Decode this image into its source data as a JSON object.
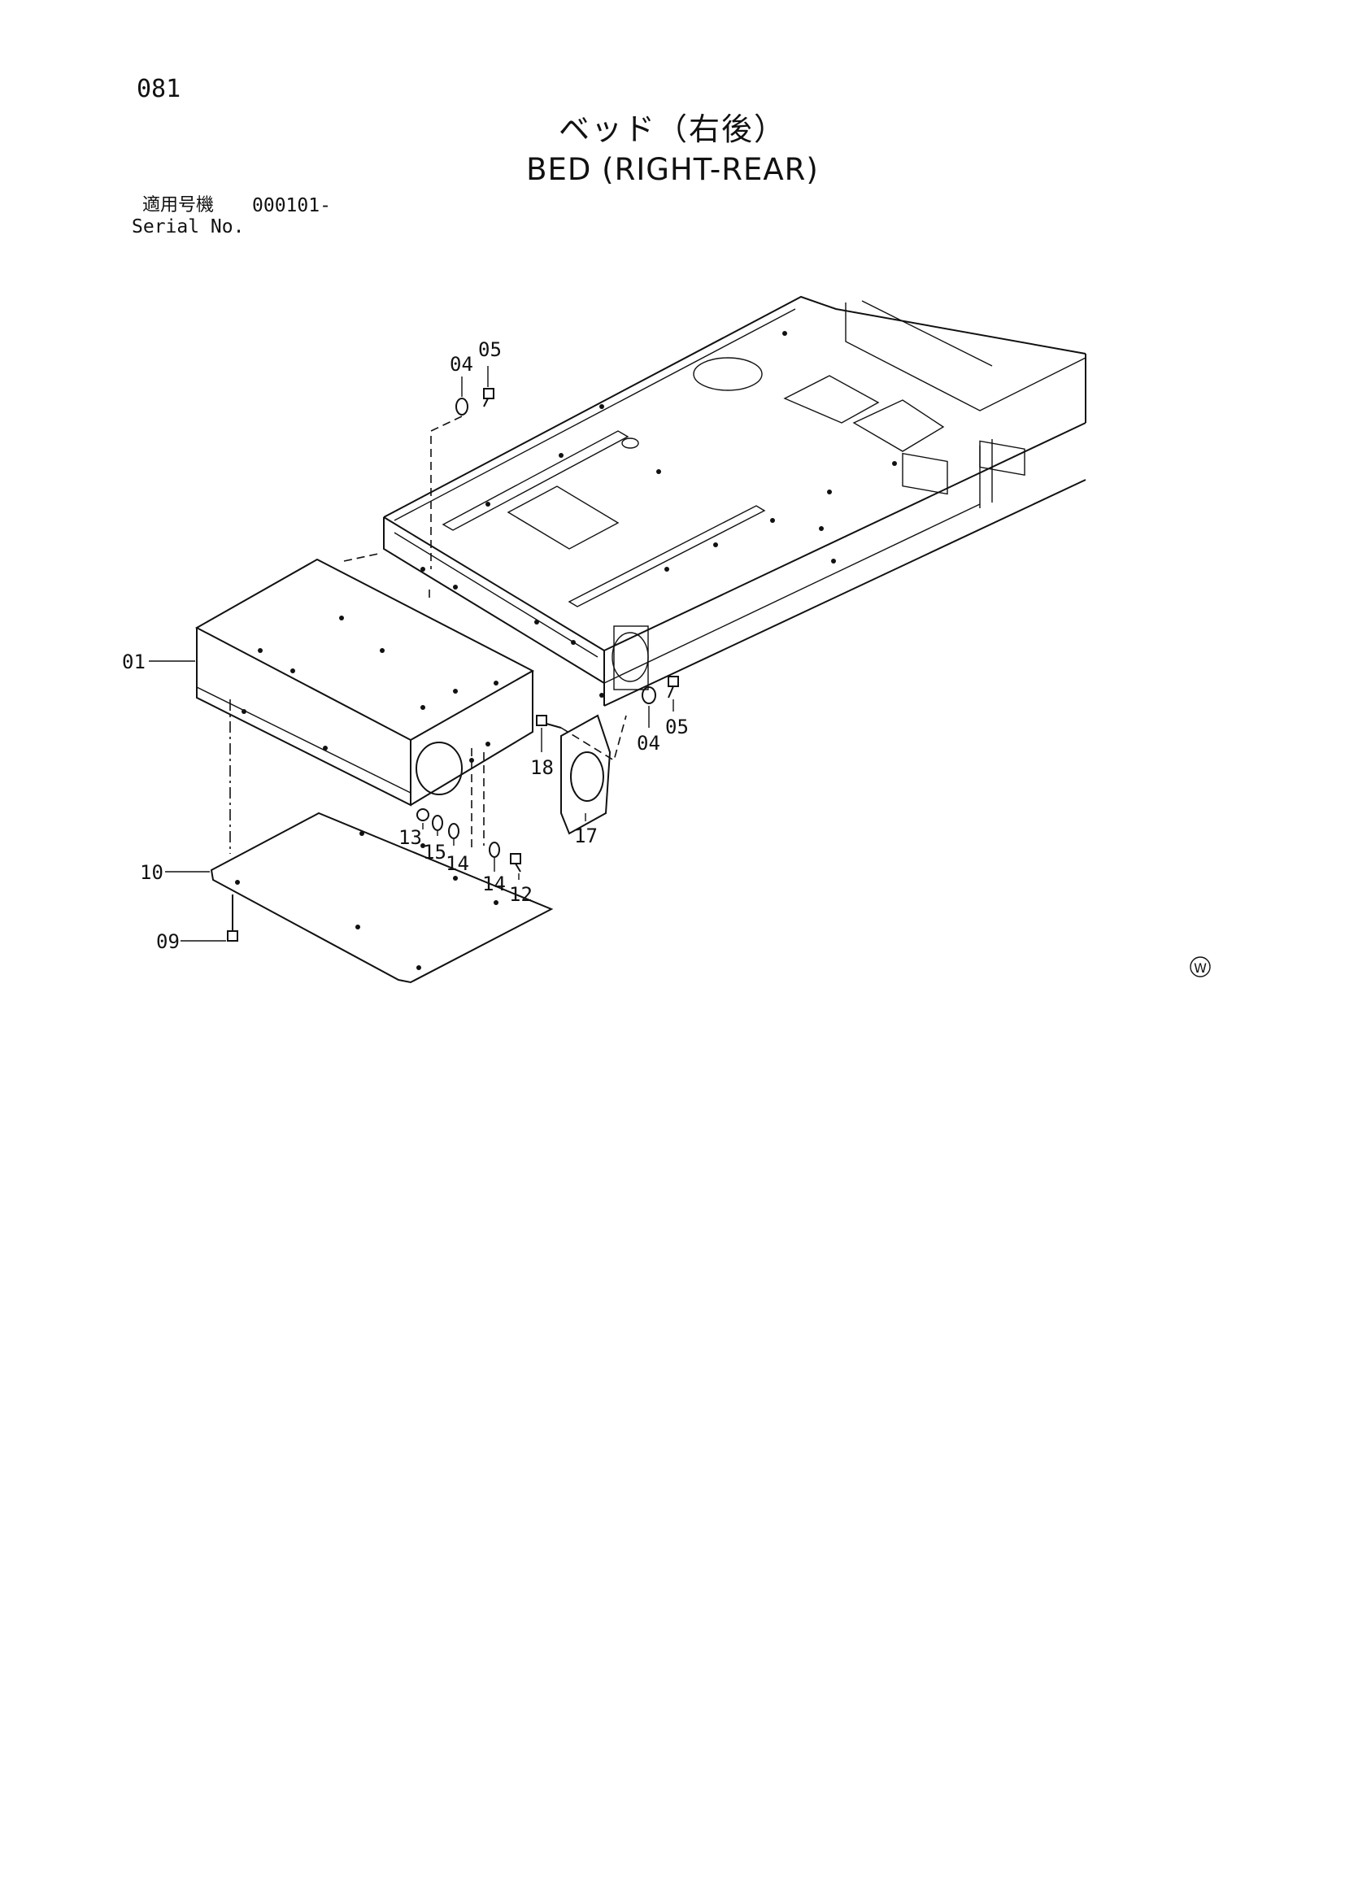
{
  "page_number": "081",
  "title_ja": "ベッド（右後）",
  "title_en": "BED (RIGHT-REAR)",
  "serial": {
    "label_ja": "適用号機",
    "label_en": "Serial No.",
    "value": "000101-"
  },
  "part_labels": {
    "p01": "01",
    "p04a": "04",
    "p05a": "05",
    "p04b": "04",
    "p05b": "05",
    "p18": "18",
    "p17": "17",
    "p13": "13",
    "p15": "15",
    "p14a": "14",
    "p14b": "14",
    "p12": "12",
    "p10": "10",
    "p09": "09"
  },
  "mark": "W"
}
